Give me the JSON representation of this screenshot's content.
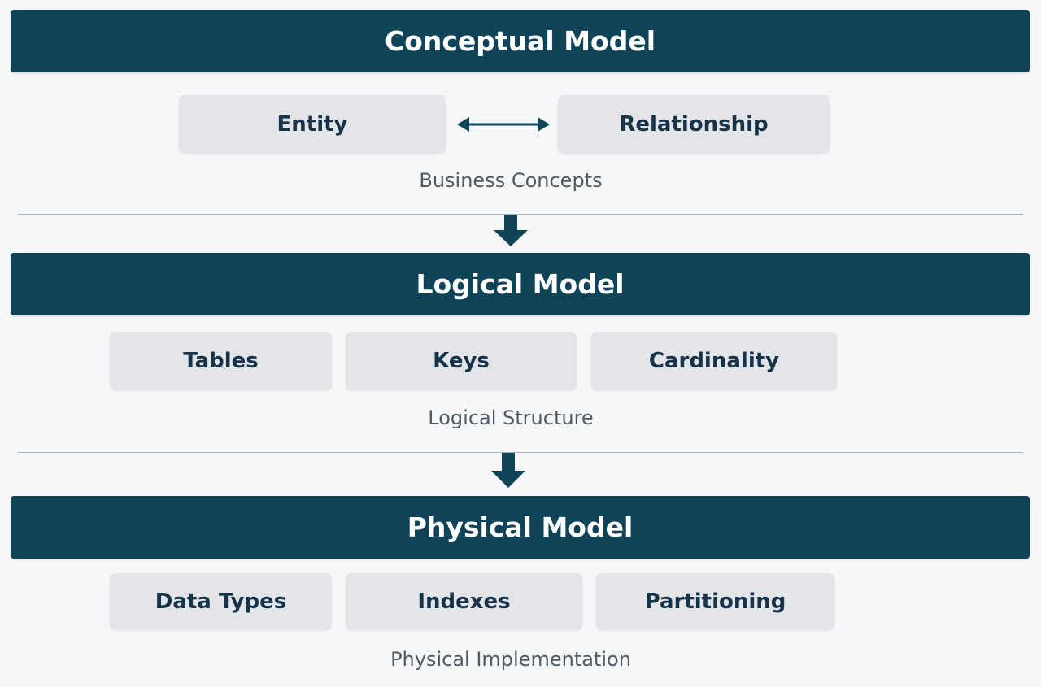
{
  "colors": {
    "banner": "#0e4358",
    "box": "#e3e5e9",
    "box_text": "#16334a",
    "caption_text": "#4f5a64",
    "arrow": "#0e4358"
  },
  "conceptual": {
    "title": "Conceptual Model",
    "items": [
      "Entity",
      "Relationship"
    ],
    "caption": "Business Concepts",
    "connector": "bidirectional-arrow"
  },
  "logical": {
    "title": "Logical Model",
    "items": [
      "Tables",
      "Keys",
      "Cardinality"
    ],
    "caption": "Logical Structure"
  },
  "physical": {
    "title": "Physical Model",
    "items": [
      "Data Types",
      "Indexes",
      "Partitioning"
    ],
    "caption": "Physical Implementation"
  },
  "flow": [
    "Conceptual Model",
    "Logical Model",
    "Physical Model"
  ]
}
